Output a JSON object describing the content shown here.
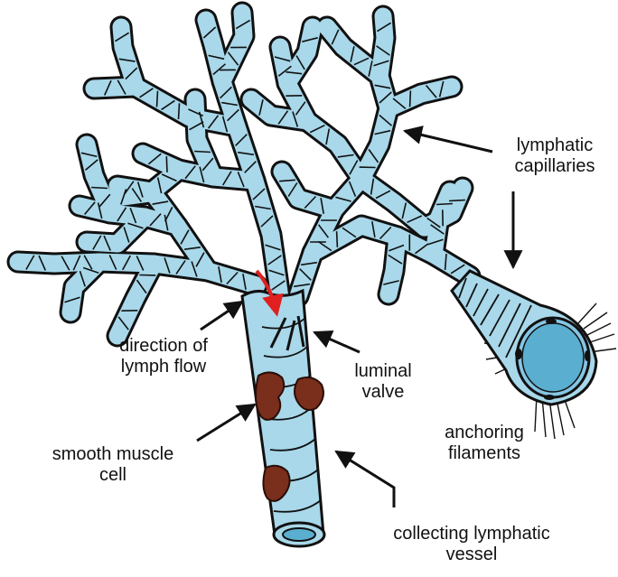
{
  "diagram": {
    "colors": {
      "vessel_fill": "#a8d8ea",
      "vessel_stroke": "#111111",
      "muscle_fill": "#7a2e1c",
      "flow_arrow": "#e02020"
    },
    "labels": {
      "lymphatic_capillaries": [
        "lymphatic",
        "capillaries"
      ],
      "direction_of_lymph_flow": [
        "direction of",
        "lymph flow"
      ],
      "luminal_valve": [
        "luminal",
        "valve"
      ],
      "anchoring_filaments": [
        "anchoring",
        "filaments"
      ],
      "smooth_muscle_cell": [
        "smooth muscle",
        "cell"
      ],
      "collecting_lymphatic_vessel": [
        "collecting lymphatic",
        "vessel"
      ]
    }
  }
}
